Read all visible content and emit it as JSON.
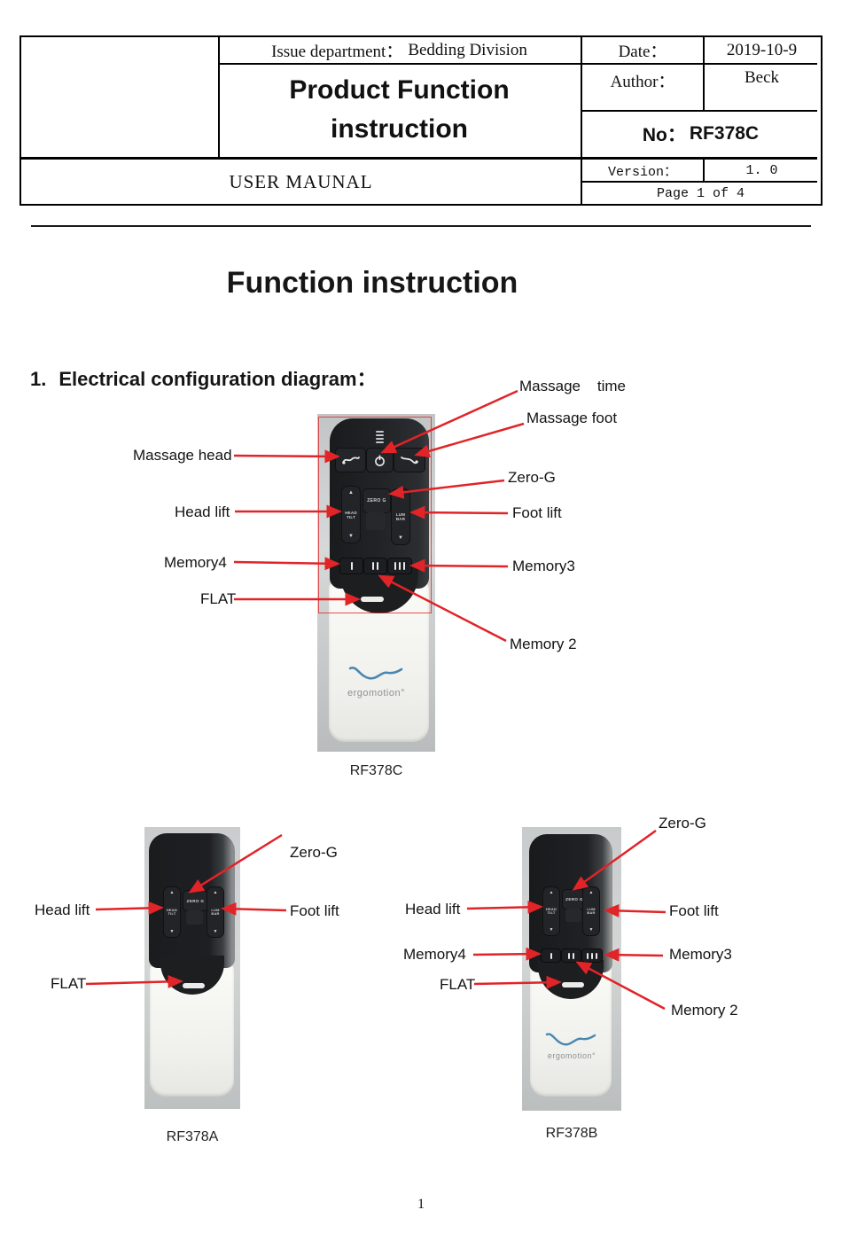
{
  "header": {
    "issue_department_label": "Issue department：",
    "issue_department_value": "Bedding Division",
    "date_label": "Date：",
    "date_value": "2019-10-9",
    "product_title": "Product Function instruction",
    "author_label": "Author：",
    "author_value": "Beck",
    "no_label": "No：",
    "no_value": "RF378C",
    "user_manual": "USER MAUNAL",
    "version_label": "Version：",
    "version_value": "1. 0",
    "page_info": "Page 1 of 4"
  },
  "content": {
    "main_title": "Function instruction",
    "section_number": "1.",
    "section_title": "Electrical configuration diagram："
  },
  "remote_common": {
    "zero_g": "ZERO G",
    "head_tilt_line1": "HEAD",
    "head_tilt_line2": "TILT",
    "lum_bar_line1": "LUM",
    "lum_bar_line2": "BAR",
    "up_glyph": "▲",
    "down_glyph": "▼",
    "logo_text": "ergomotion°"
  },
  "rf378c": {
    "caption": "RF378C",
    "labels": {
      "massage_time": "Massage    time",
      "massage_foot": "Massage foot",
      "massage_head": "Massage head",
      "zero_g": "Zero-G",
      "head_lift": "Head lift",
      "foot_lift": "Foot lift",
      "memory4": "Memory4",
      "memory3": "Memory3",
      "flat": "FLAT",
      "memory2": "Memory 2"
    }
  },
  "rf378a": {
    "caption": "RF378A",
    "labels": {
      "zero_g": "Zero-G",
      "head_lift": "Head lift",
      "foot_lift": "Foot lift",
      "flat": "FLAT"
    }
  },
  "rf378b": {
    "caption": "RF378B",
    "labels": {
      "zero_g": "Zero-G",
      "head_lift": "Head lift",
      "foot_lift": "Foot lift",
      "memory4": "Memory4",
      "memory3": "Memory3",
      "flat": "FLAT",
      "memory2": "Memory 2"
    }
  },
  "footer": {
    "page_number": "1"
  },
  "colors": {
    "arrow_red": "#e02428",
    "logo_blue": "#4a87b0"
  }
}
